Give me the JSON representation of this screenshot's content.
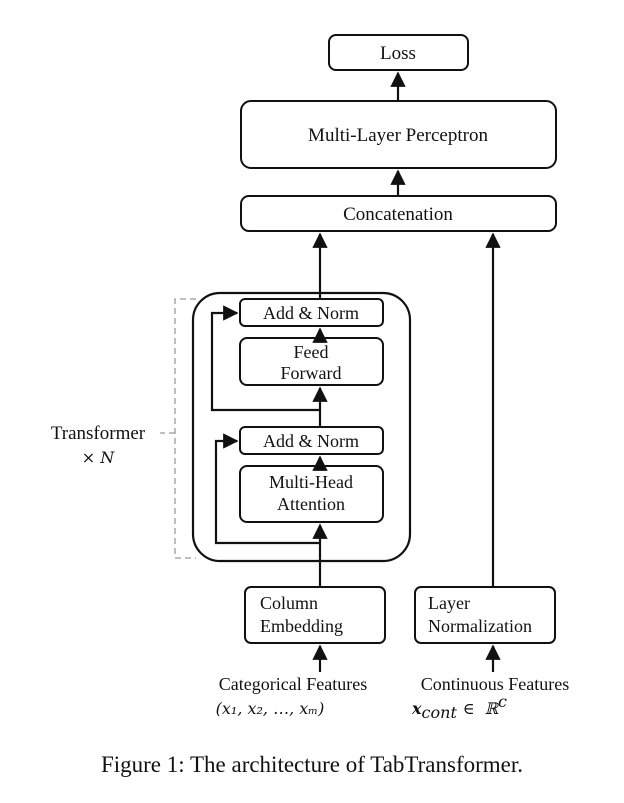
{
  "nodes": {
    "loss": "Loss",
    "mlp": "Multi-Layer Perceptron",
    "concat": "Concatenation",
    "add_norm": "Add & Norm",
    "feed_forward": [
      "Feed",
      "Forward"
    ],
    "mha": [
      "Multi-Head",
      "Attention"
    ],
    "column_embedding": [
      "Column",
      "Embedding"
    ],
    "layer_normalization": [
      "Layer",
      "Normalization"
    ]
  },
  "transformer_label": {
    "title": "Transformer",
    "repeat": "× N"
  },
  "inputs": {
    "categorical_title": "Categorical Features",
    "categorical_set": "(x₁, x₂, …, xₘ)",
    "continuous_title": "Continuous Features",
    "continuous_var": "𝒙",
    "continuous_sub": "cont",
    "continuous_in": "∈",
    "continuous_space": "ℝ",
    "continuous_dim": "c"
  },
  "caption": "Figure 1: The architecture of TabTransformer."
}
